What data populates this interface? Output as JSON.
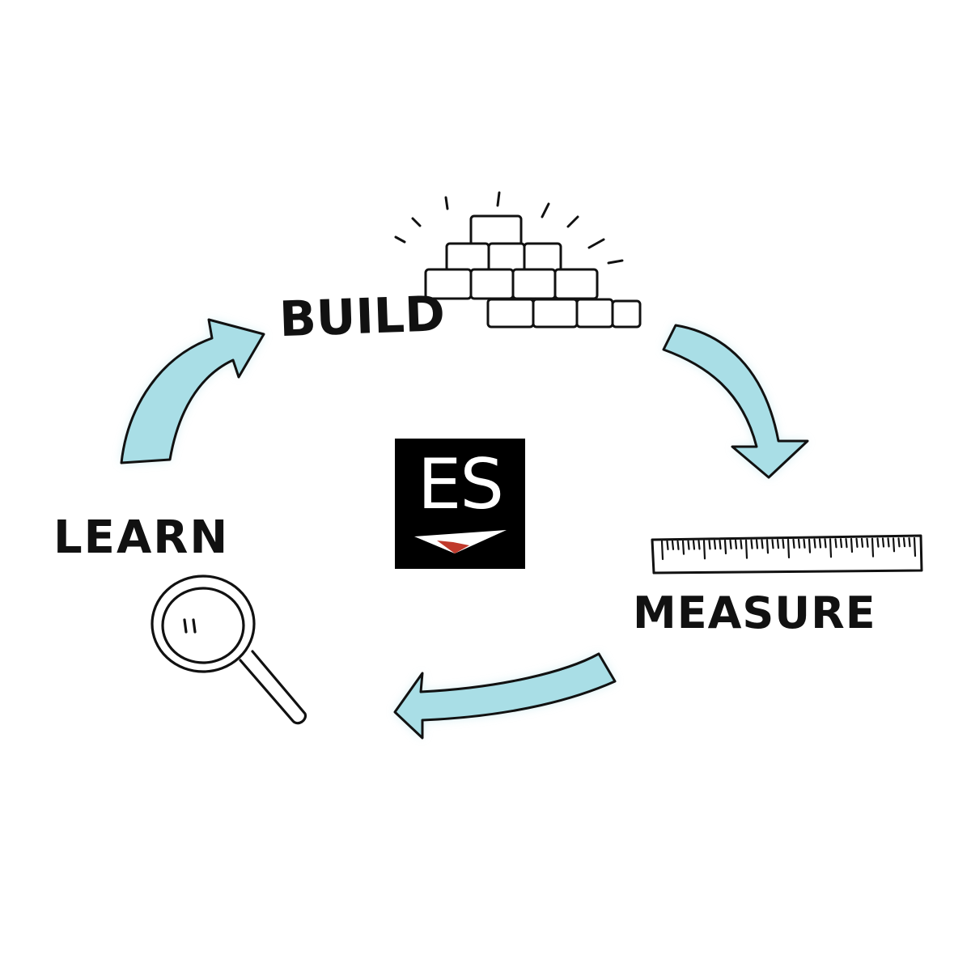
{
  "diagram": {
    "steps": {
      "build": "BUILD",
      "measure": "MEASURE",
      "learn": "LEARN"
    },
    "logo": "ES",
    "colors": {
      "arrow_fill": "#a9dee6",
      "ink": "#111111",
      "logo_bg": "#000000",
      "logo_text": "#ffffff",
      "logo_accent": "#c0392b"
    }
  }
}
